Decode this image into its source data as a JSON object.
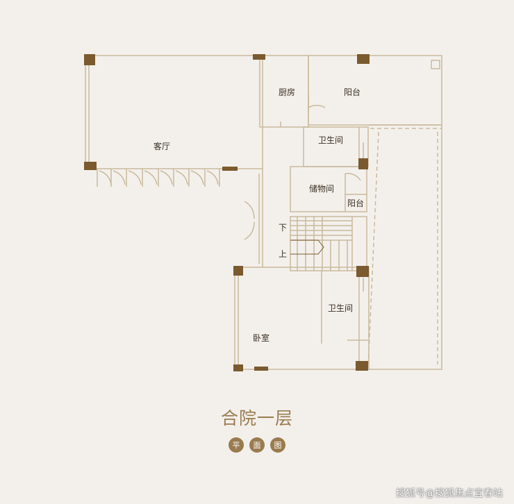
{
  "rooms": {
    "kitchen": "厨房",
    "balcony_top": "阳台",
    "living_room": "客厅",
    "bathroom_top": "卫生间",
    "storage": "储物间",
    "balcony_small": "阳台",
    "stairs_down": "下",
    "stairs_up": "上",
    "bathroom_bottom": "卫生间",
    "bedroom": "卧室"
  },
  "title": "合院一层",
  "subtitle": [
    "平",
    "面",
    "图"
  ],
  "watermark": "搜狐号@搜狐焦点宜春站",
  "colors": {
    "background": "#f3f0ec",
    "wall": "#c9b99c",
    "column": "#7a5a2e",
    "title": "#9a7b4f"
  }
}
